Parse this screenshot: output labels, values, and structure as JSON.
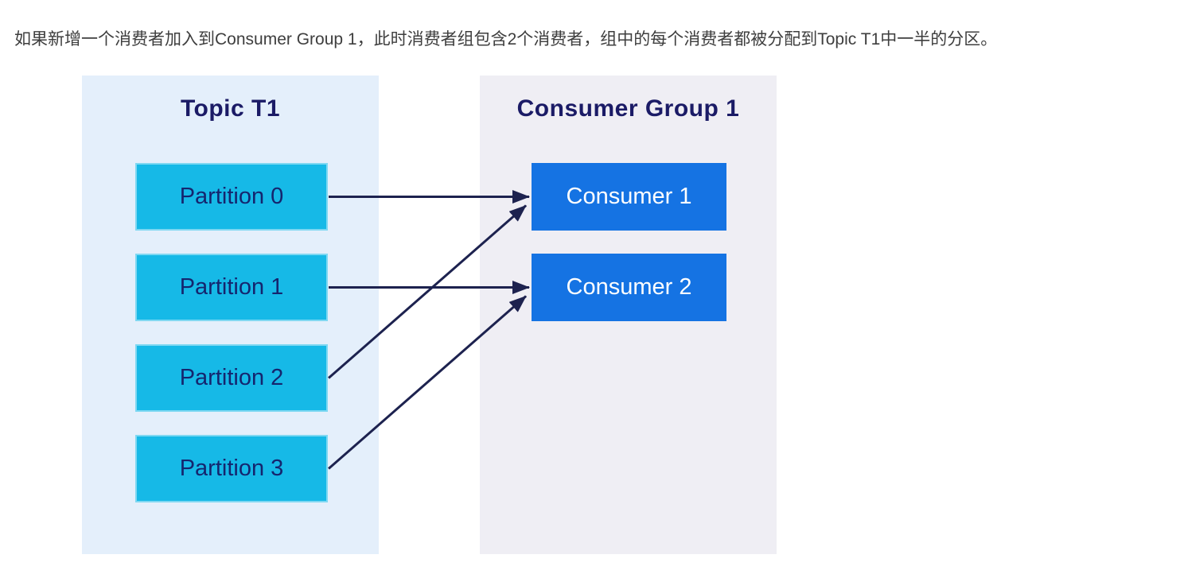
{
  "intro_text": "如果新增一个消费者加入到Consumer Group 1，此时消费者组包含2个消费者，组中的每个消费者都被分配到Topic T1中一半的分区。",
  "diagram": {
    "topic_panel": {
      "title": "Topic T1",
      "partitions": [
        "Partition 0",
        "Partition 1",
        "Partition 2",
        "Partition 3"
      ]
    },
    "consumer_group_panel": {
      "title": "Consumer Group 1",
      "consumers": [
        "Consumer 1",
        "Consumer 2"
      ]
    },
    "assignments": [
      {
        "from_partition": "Partition 0",
        "to_consumer": "Consumer 1",
        "from_index": 0,
        "to_index": 0
      },
      {
        "from_partition": "Partition 1",
        "to_consumer": "Consumer 2",
        "from_index": 1,
        "to_index": 1
      },
      {
        "from_partition": "Partition 2",
        "to_consumer": "Consumer 1",
        "from_index": 2,
        "to_index": 0
      },
      {
        "from_partition": "Partition 3",
        "to_consumer": "Consumer 2",
        "from_index": 3,
        "to_index": 1
      }
    ],
    "colors": {
      "topic_panel_bg": "#e4effb",
      "consumer_panel_bg": "#efeef4",
      "partition_box": "#16b9e7",
      "consumer_box": "#1573e3",
      "title_text": "#1b1b66",
      "partition_text": "#15256e",
      "consumer_text": "#ffffff",
      "arrow": "#1d224f"
    }
  }
}
